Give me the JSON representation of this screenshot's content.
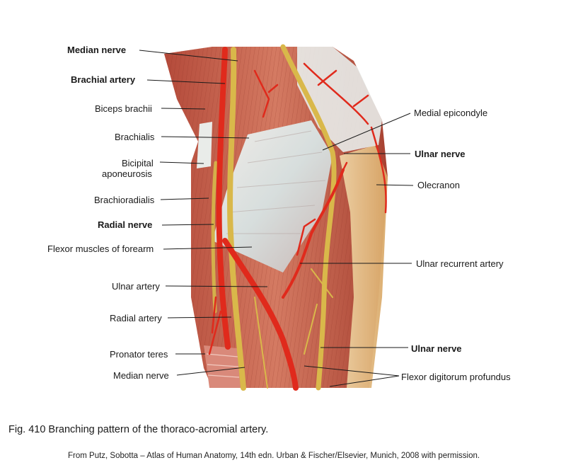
{
  "labels": {
    "median_nerve_top": "Median nerve",
    "brachial_artery": "Brachial artery",
    "biceps_brachii": "Biceps brachii",
    "brachialis": "Brachialis",
    "bicipital_aponeurosis_1": "Bicipital",
    "bicipital_aponeurosis_2": "aponeurosis",
    "brachioradialis": "Brachioradialis",
    "radial_nerve": "Radial nerve",
    "flexor_muscles": "Flexor muscles of forearm",
    "ulnar_artery": "Ulnar artery",
    "radial_artery": "Radial artery",
    "pronator_teres": "Pronator teres",
    "median_nerve_bottom": "Median nerve",
    "medial_epicondyle": "Medial epicondyle",
    "ulnar_nerve_top": "Ulnar nerve",
    "olecranon": "Olecranon",
    "ulnar_recurrent_artery": "Ulnar recurrent artery",
    "ulnar_nerve_bottom": "Ulnar nerve",
    "flexor_digitorum_profundus": "Flexor digitorum profundus"
  },
  "caption": "Fig. 410 Branching pattern of the thoraco-acromial artery.",
  "credit": "From Putz, Sobotta – Atlas of Human Anatomy, 14th edn. Urban & Fischer/Elsevier, Munich, 2008 with permission.",
  "colors": {
    "muscle": "#c4624f",
    "muscle_dark": "#8e3324",
    "artery": "#e02a1c",
    "nerve": "#d9b84a",
    "tendon": "#dfe6e2",
    "bone": "#e8c593"
  }
}
